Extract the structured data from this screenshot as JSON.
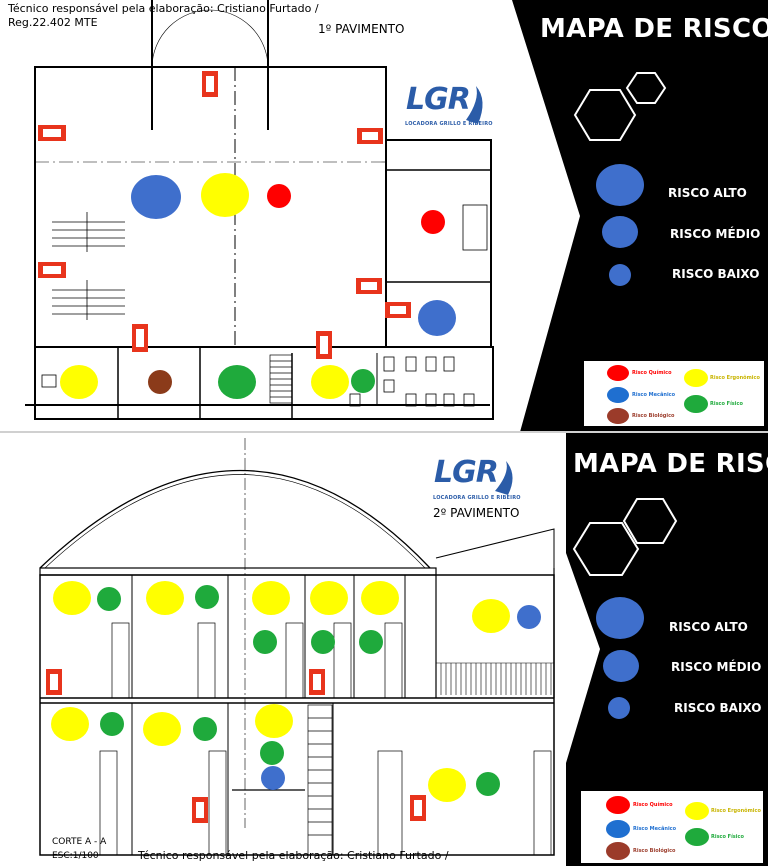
{
  "top": {
    "credit_line1": "Técnico responsável pela elaboração: Cristiano Furtado /",
    "credit_line2": "Reg.22.402 MTE",
    "floor_label": "1º PAVIMENTO",
    "title": "MAPA DE RISCO",
    "logo_main": "LGR",
    "logo_sub": "LOCADORA GRILLO E RIBEIRO",
    "scale_labels": {
      "high": "RISCO ALTO",
      "medium": "RISCO MÉDIO",
      "low": "RISCO BAIXO"
    }
  },
  "bottom": {
    "title": "MAPA DE RISCO",
    "floor_label": "2º PAVIMENTO",
    "logo_main": "LGR",
    "logo_sub": "LOCADORA GRILLO E RIBEIRO",
    "scale_labels": {
      "high": "RISCO ALTO",
      "medium": "RISCO MÉDIO",
      "low": "RISCO BAIXO"
    },
    "section_label": "CORTE A - A",
    "scale_note": "ESC:1/100",
    "credit": "Técnico responsável pela elaboração: Cristiano Furtado /"
  },
  "legend": {
    "items": [
      {
        "label": "Risco Químico",
        "color": "#ff0000"
      },
      {
        "label": "Risco Ergonômico",
        "color": "#ffff00"
      },
      {
        "label": "Risco Mecânico",
        "color": "#1f6fd0"
      },
      {
        "label": "Risco Físico",
        "color": "#1faa3c"
      },
      {
        "label": "Risco Biológico",
        "color": "#9b3b2a"
      }
    ]
  },
  "colors": {
    "quimico": "#ff0000",
    "ergonomico": "#ffff00",
    "mecanico": "#3f6fcc",
    "fisico": "#1faa3c",
    "biologico": "#8b3b1a",
    "panel_black": "#000000"
  }
}
